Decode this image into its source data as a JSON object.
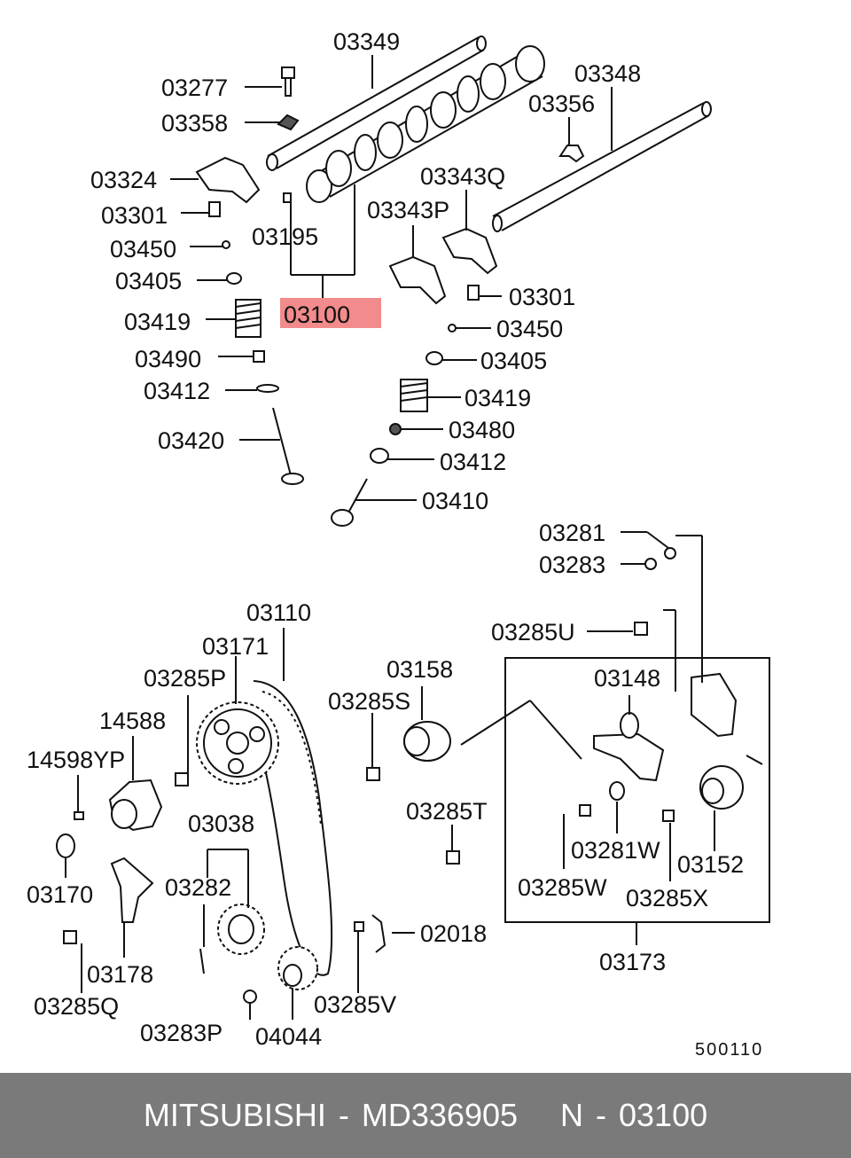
{
  "highlight": {
    "label": "03100",
    "color": "#f28b8b"
  },
  "labels": {
    "l03349": "03349",
    "l03277": "03277",
    "l03358": "03358",
    "l03348": "03348",
    "l03356": "03356",
    "l03324": "03324",
    "l03343q": "03343Q",
    "l03343p": "03343P",
    "l03301a": "03301",
    "l03450a": "03450",
    "l03195": "03195",
    "l03405a": "03405",
    "l03419a": "03419",
    "l03490": "03490",
    "l03412a": "03412",
    "l03420": "03420",
    "l03301b": "03301",
    "l03450b": "03450",
    "l03405b": "03405",
    "l03419b": "03419",
    "l03480": "03480",
    "l03412b": "03412",
    "l03410": "03410",
    "l03281": "03281",
    "l03283": "03283",
    "l03285u": "03285U",
    "l03110": "03110",
    "l03171": "03171",
    "l03285p": "03285P",
    "l03158": "03158",
    "l03285s": "03285S",
    "l03148": "03148",
    "l14588": "14588",
    "l14598yp": "14598YP",
    "l03285t": "03285T",
    "l03281w": "03281W",
    "l03152": "03152",
    "l03038": "03038",
    "l03170": "03170",
    "l03282": "03282",
    "l03285w": "03285W",
    "l03285x": "03285X",
    "l02018": "02018",
    "l03178": "03178",
    "l03173": "03173",
    "l03285q": "03285Q",
    "l03285v": "03285V",
    "l03283p": "03283P",
    "l04044": "04044",
    "code": "500110"
  },
  "footer": {
    "brand": "MITSUBISHI",
    "dash1": "-",
    "part_number": "MD336905",
    "n_label": "N",
    "dash2": "-",
    "ref": "03100"
  }
}
